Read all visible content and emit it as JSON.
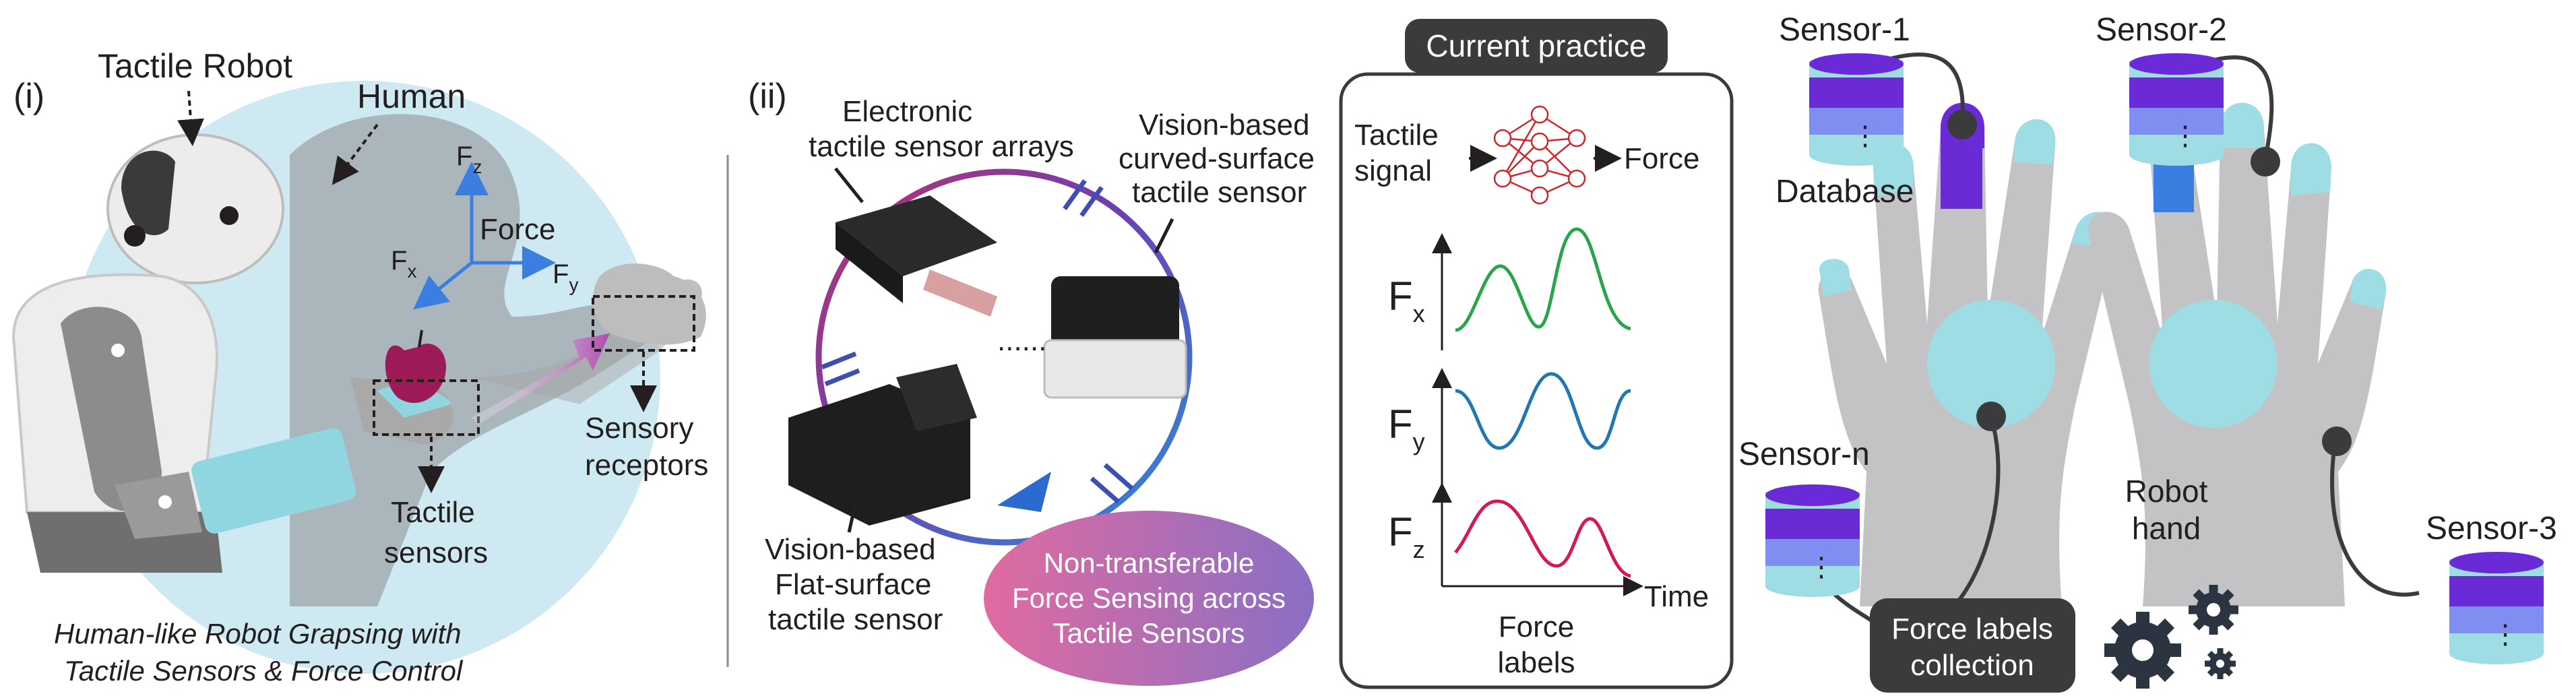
{
  "panel_i": {
    "tag": "(i)",
    "tactile_robot": "Tactile Robot",
    "human": "Human",
    "force": "Force",
    "fz": "F",
    "fz_sub": "z",
    "fx": "F",
    "fx_sub": "x",
    "fy": "F",
    "fy_sub": "y",
    "tactile_sensors": [
      "Tactile",
      "sensors"
    ],
    "sensory_receptors": [
      "Sensory",
      "receptors"
    ],
    "caption": [
      "Human-like Robot Grapsing with",
      "Tactile Sensors & Force Control"
    ]
  },
  "panel_ii": {
    "tag": "(ii)",
    "electronic": [
      "Electronic",
      "tactile sensor arrays"
    ],
    "curved": [
      "Vision-based",
      "curved-surface",
      "tactile sensor"
    ],
    "flat": [
      "Vision-based",
      "Flat-surface",
      "tactile sensor"
    ],
    "dots": "......",
    "non_transferable": [
      "Non-transferable",
      "Force Sensing across",
      "Tactile Sensors"
    ]
  },
  "current_practice": {
    "title": "Current practice",
    "tactile_signal": [
      "Tactile",
      "signal"
    ],
    "force": "Force",
    "plots": [
      {
        "label": "F",
        "sub": "x"
      },
      {
        "label": "F",
        "sub": "y"
      },
      {
        "label": "F",
        "sub": "z"
      }
    ],
    "time": "Time",
    "force_labels": [
      "Force",
      "labels"
    ]
  },
  "panel_hands": {
    "sensor_1": "Sensor-1",
    "sensor_2": "Sensor-2",
    "sensor_3": "Sensor-3",
    "sensor_n": "Sensor-n",
    "database": "Database",
    "robot_hand": [
      "Robot",
      "hand"
    ],
    "collection": [
      "Force labels",
      "collection"
    ]
  },
  "colors": {
    "robot_grey": "#8c8c8c",
    "hand_grey": "#c3c3c6",
    "cyan": "#9edde4",
    "purple": "#6a2bd6",
    "blue": "#3a7ee0",
    "dark_box": "#3b3b3d",
    "fx_curve": "#2aa54a",
    "fy_curve": "#1f78b4",
    "fz_curve": "#d1195b",
    "nn_red": "#d4242a"
  }
}
